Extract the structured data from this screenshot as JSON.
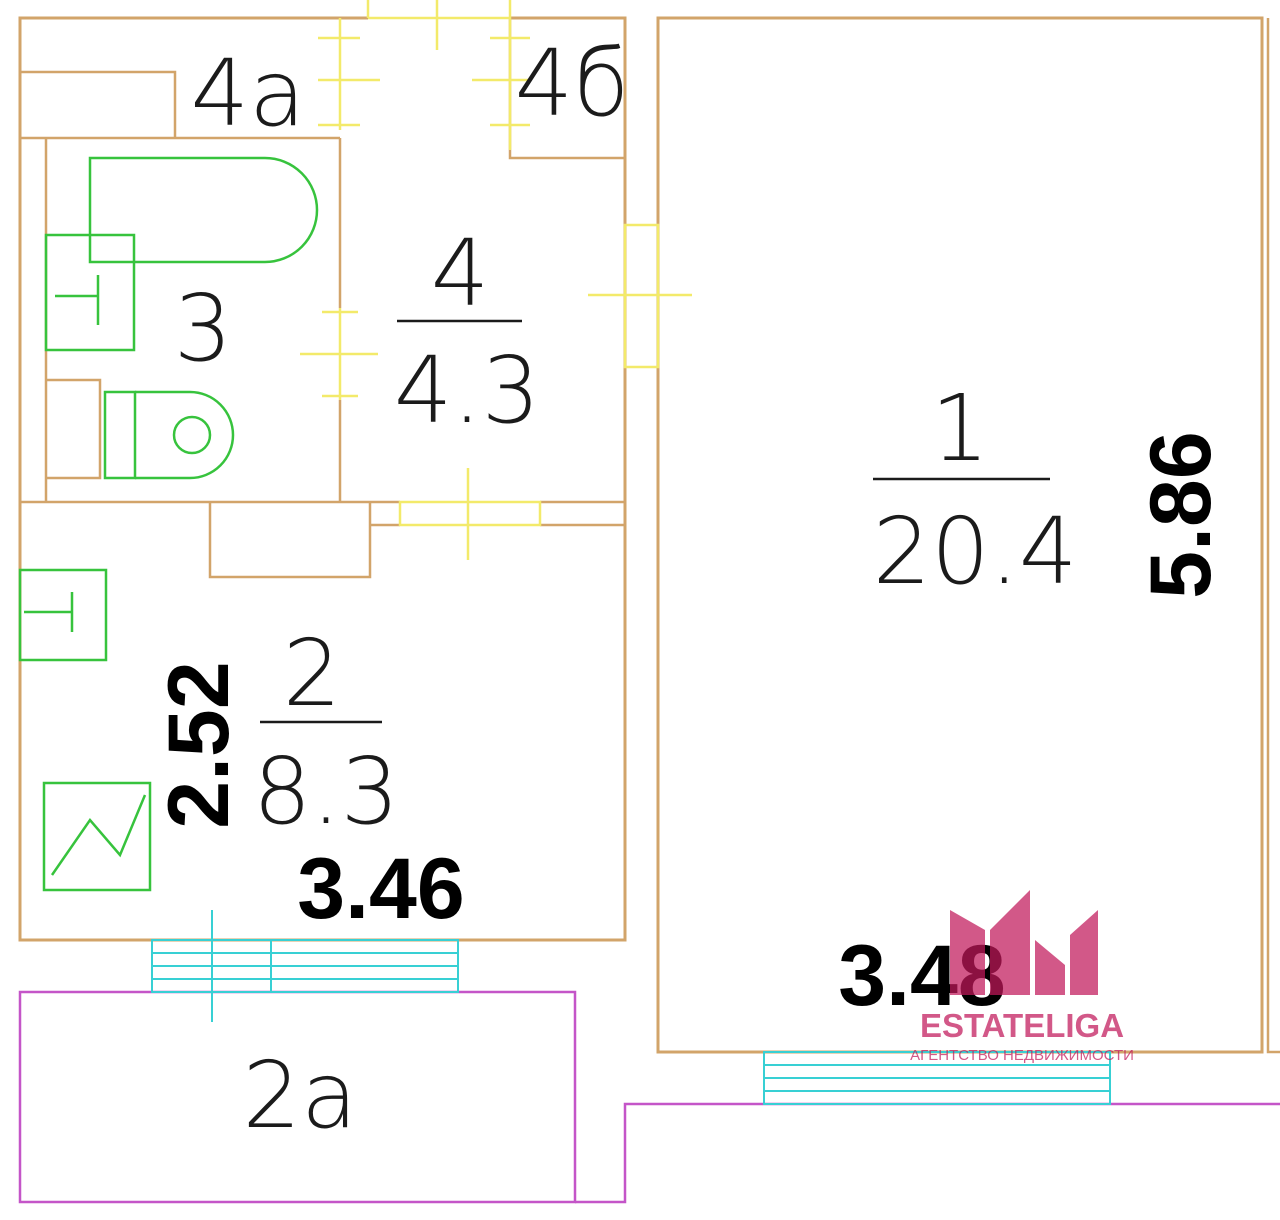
{
  "rooms": {
    "r1": {
      "number": "1",
      "area": "20.4"
    },
    "r2": {
      "number": "2",
      "area": "8.3"
    },
    "r2a": {
      "number": "2a"
    },
    "r3": {
      "number": "3"
    },
    "r4": {
      "number": "4",
      "area": "4.3"
    },
    "r4a": {
      "number": "4a"
    },
    "r4b": {
      "number": "4б"
    }
  },
  "dimensions": {
    "kitchen_width": "3.46",
    "kitchen_depth": "2.52",
    "living_width": "3.48",
    "living_depth": "5.86"
  },
  "watermark": {
    "brand": "ESTATELIGA",
    "tagline": "АГЕНТСТВО НЕДВИЖИМОСТИ",
    "color": "#c2185b"
  },
  "colors": {
    "wall": "#d2a46a",
    "balcony": "#c455c8",
    "door": "#f3ea6a",
    "window": "#38d0d4",
    "fixture": "#37c33d"
  }
}
